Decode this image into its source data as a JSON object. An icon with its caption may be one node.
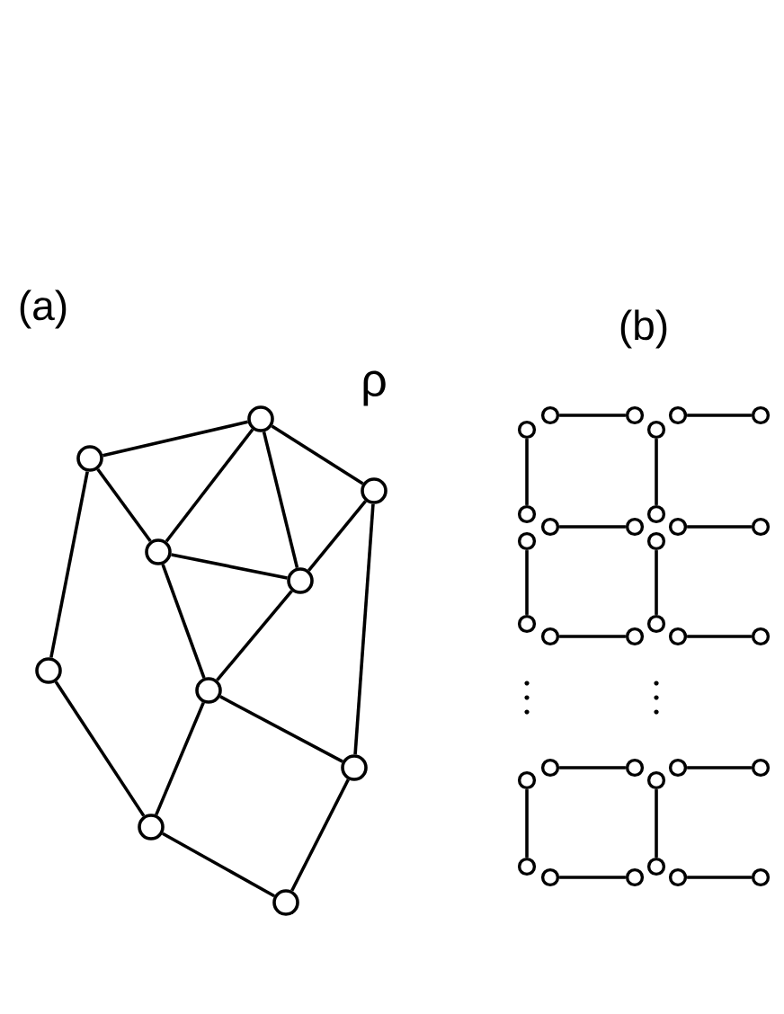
{
  "diagram": {
    "nodes": [
      {
        "text": [],
        "shape": "circle"
      },
      {
        "text": [],
        "shape": "circle"
      },
      {
        "text": [],
        "shape": "circle"
      },
      {
        "text": [],
        "shape": "circle"
      },
      {
        "text": [],
        "shape": "circle"
      },
      {
        "text": [],
        "shape": "circle"
      },
      {
        "text": [],
        "shape": "circle"
      },
      {
        "text": [],
        "shape": "circle"
      },
      {
        "text": [],
        "shape": "circle"
      },
      {
        "text": [],
        "shape": "circle"
      },
      {
        "text": [],
        "shape": "circle"
      },
      {
        "text": [],
        "shape": "circle"
      },
      {
        "text": [],
        "shape": "circle"
      },
      {
        "text": [],
        "shape": "circle"
      },
      {
        "text": [],
        "shape": "circle"
      },
      {
        "text": [],
        "shape": "circle"
      },
      {
        "text": [],
        "shape": "circle"
      },
      {
        "text": [],
        "shape": "circle"
      },
      {
        "text": [],
        "shape": "circle"
      },
      {
        "text": [],
        "shape": "circle"
      },
      {
        "text": [],
        "shape": "circle"
      },
      {
        "text": [],
        "shape": "circle"
      },
      {
        "text": [],
        "shape": "circle"
      },
      {
        "text": [],
        "shape": "circle"
      },
      {
        "text": [],
        "shape": "circle"
      },
      {
        "text": [],
        "shape": "circle"
      },
      {
        "text": [],
        "shape": "circle"
      },
      {
        "text": [],
        "shape": "circle"
      },
      {
        "text": [],
        "shape": "circle"
      },
      {
        "text": [],
        "shape": "circle"
      },
      {
        "text": [],
        "shape": "circle"
      },
      {
        "text": [],
        "shape": "circle"
      },
      {
        "text": [],
        "shape": "circle"
      },
      {
        "text": [],
        "shape": "circle"
      },
      {
        "text": [],
        "shape": "circle"
      },
      {
        "text": [],
        "shape": "circle"
      },
      {
        "text": [],
        "shape": "circle"
      },
      {
        "text": [],
        "shape": "circle"
      },
      {
        "text": [],
        "shape": "circle"
      },
      {
        "text": [],
        "shape": "circle"
      },
      {
        "text": [],
        "shape": "circle"
      },
      {
        "text": [],
        "shape": "circle"
      }
    ],
    "edges": [
      {
        "from": 1,
        "to": 0,
        "arrow": "none"
      },
      {
        "from": 1,
        "to": 3,
        "arrow": "none"
      },
      {
        "from": 1,
        "to": 5,
        "arrow": "none"
      },
      {
        "from": 0,
        "to": 3,
        "arrow": "none"
      },
      {
        "from": 0,
        "to": 4,
        "arrow": "none"
      },
      {
        "from": 0,
        "to": 2,
        "arrow": "none"
      },
      {
        "from": 3,
        "to": 4,
        "arrow": "none"
      },
      {
        "from": 2,
        "to": 4,
        "arrow": "none"
      },
      {
        "from": 2,
        "to": 7,
        "arrow": "none"
      },
      {
        "from": 3,
        "to": 6,
        "arrow": "none"
      },
      {
        "from": 4,
        "to": 6,
        "arrow": "none"
      },
      {
        "from": 6,
        "to": 7,
        "arrow": "none"
      },
      {
        "from": 6,
        "to": 8,
        "arrow": "none"
      },
      {
        "from": 5,
        "to": 8,
        "arrow": "none"
      },
      {
        "from": 8,
        "to": 9,
        "arrow": "none"
      },
      {
        "from": 9,
        "to": 7,
        "arrow": "none"
      },
      {
        "from": 10,
        "to": 11,
        "arrow": "none"
      },
      {
        "from": 12,
        "to": 13,
        "arrow": "none"
      },
      {
        "from": 14,
        "to": 16,
        "arrow": "none"
      },
      {
        "from": 15,
        "to": 17,
        "arrow": "none"
      },
      {
        "from": 18,
        "to": 19,
        "arrow": "none"
      },
      {
        "from": 20,
        "to": 21,
        "arrow": "none"
      },
      {
        "from": 22,
        "to": 24,
        "arrow": "none"
      },
      {
        "from": 23,
        "to": 25,
        "arrow": "none"
      },
      {
        "from": 26,
        "to": 27,
        "arrow": "none"
      },
      {
        "from": 28,
        "to": 29,
        "arrow": "none"
      },
      {
        "from": 30,
        "to": 31,
        "arrow": "none"
      },
      {
        "from": 32,
        "to": 33,
        "arrow": "none"
      },
      {
        "from": 34,
        "to": 36,
        "arrow": "none"
      },
      {
        "from": 35,
        "to": 37,
        "arrow": "none"
      },
      {
        "from": 38,
        "to": 39,
        "arrow": "none"
      },
      {
        "from": 40,
        "to": 41,
        "arrow": "none"
      }
    ],
    "labels": [
      "(a)",
      "(b)",
      "ρ"
    ]
  }
}
